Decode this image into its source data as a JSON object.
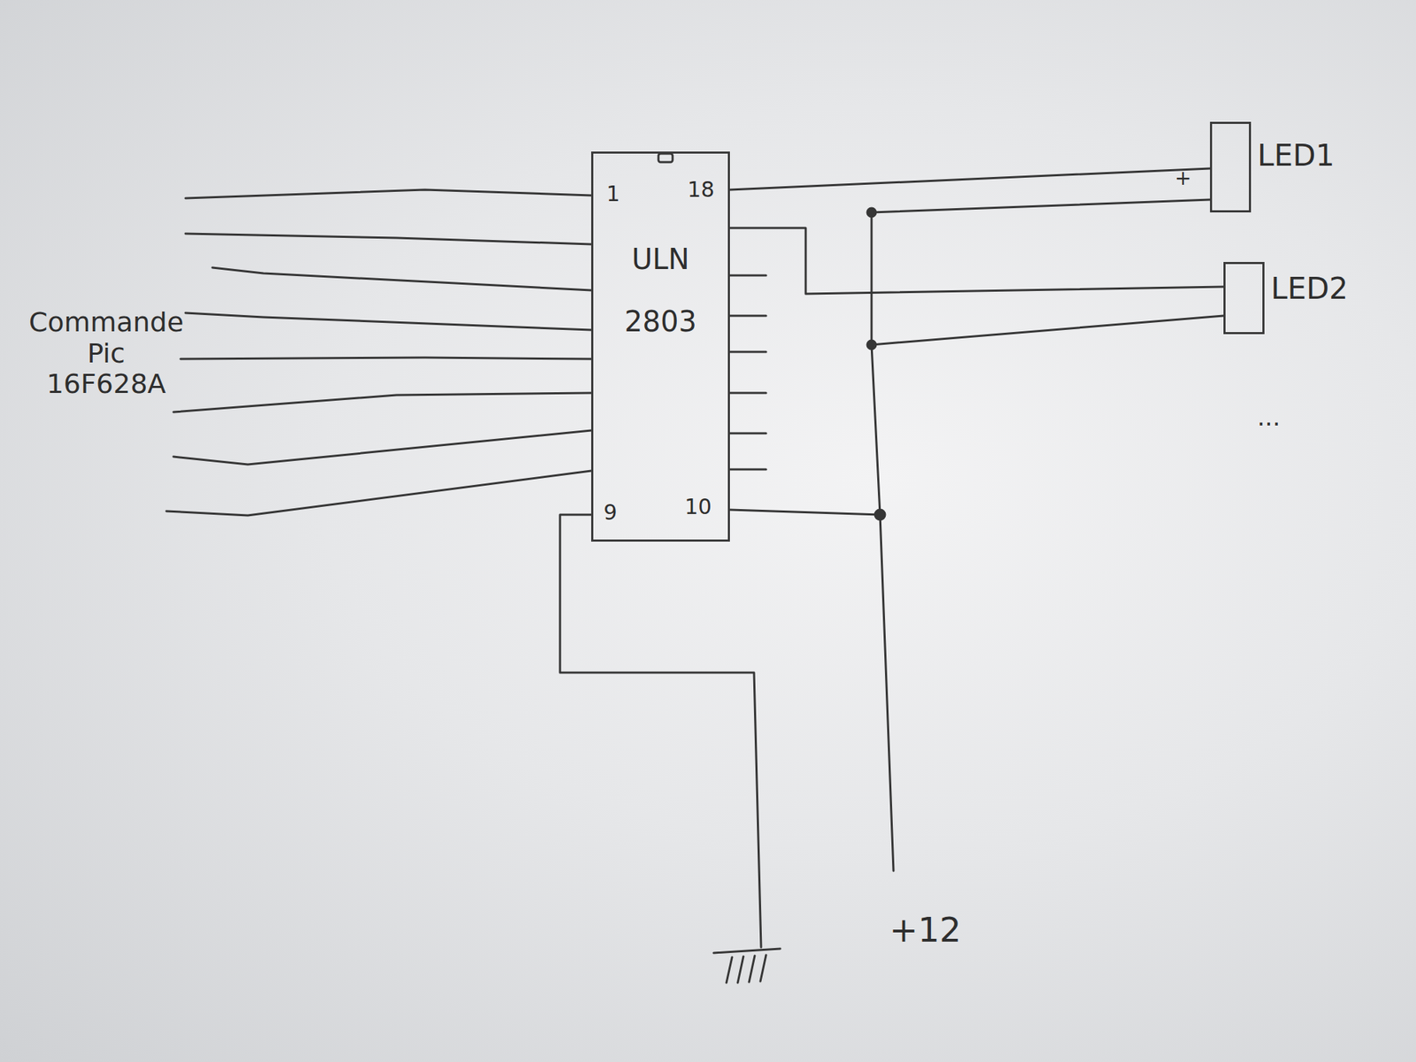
{
  "diagram": {
    "nodes": [
      {
        "text": [
          "ULN 2803"
        ]
      },
      {
        "text": [
          "LED1"
        ]
      },
      {
        "text": [
          "LED2"
        ]
      }
    ],
    "edges": [
      {
        "from": 0,
        "to": 1,
        "arrow": "none"
      },
      {
        "from": 0,
        "to": 2,
        "arrow": "none"
      }
    ],
    "labels": [
      "Commande Pic 16F628A",
      "1",
      "18",
      "9",
      "10",
      "+",
      "...",
      "+12"
    ]
  }
}
